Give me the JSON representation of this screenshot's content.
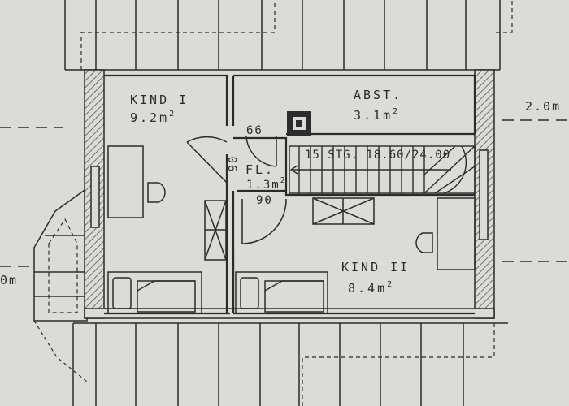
{
  "rooms": {
    "kind1": {
      "name": "KIND I",
      "area": "9.2",
      "unit": "m",
      "power": "2"
    },
    "abst": {
      "name": "ABST.",
      "area": "3.1",
      "unit": "m",
      "power": "2"
    },
    "flur": {
      "name": "FL.",
      "area": "1.3",
      "unit": "m",
      "power": "2"
    },
    "kind2": {
      "name": "KIND II",
      "area": "8.4",
      "unit": "m",
      "power": "2"
    }
  },
  "doors": {
    "d66": "66",
    "d90_left": "90",
    "d90_bottom": "90"
  },
  "stairs": {
    "label": "15 STG. 18.60/24.00"
  },
  "dimensions": {
    "right": "2.0m",
    "left": "0m"
  },
  "colors": {
    "paper": "#dcdcd6",
    "ink": "#2b2b2b",
    "hatch": "#555555"
  }
}
